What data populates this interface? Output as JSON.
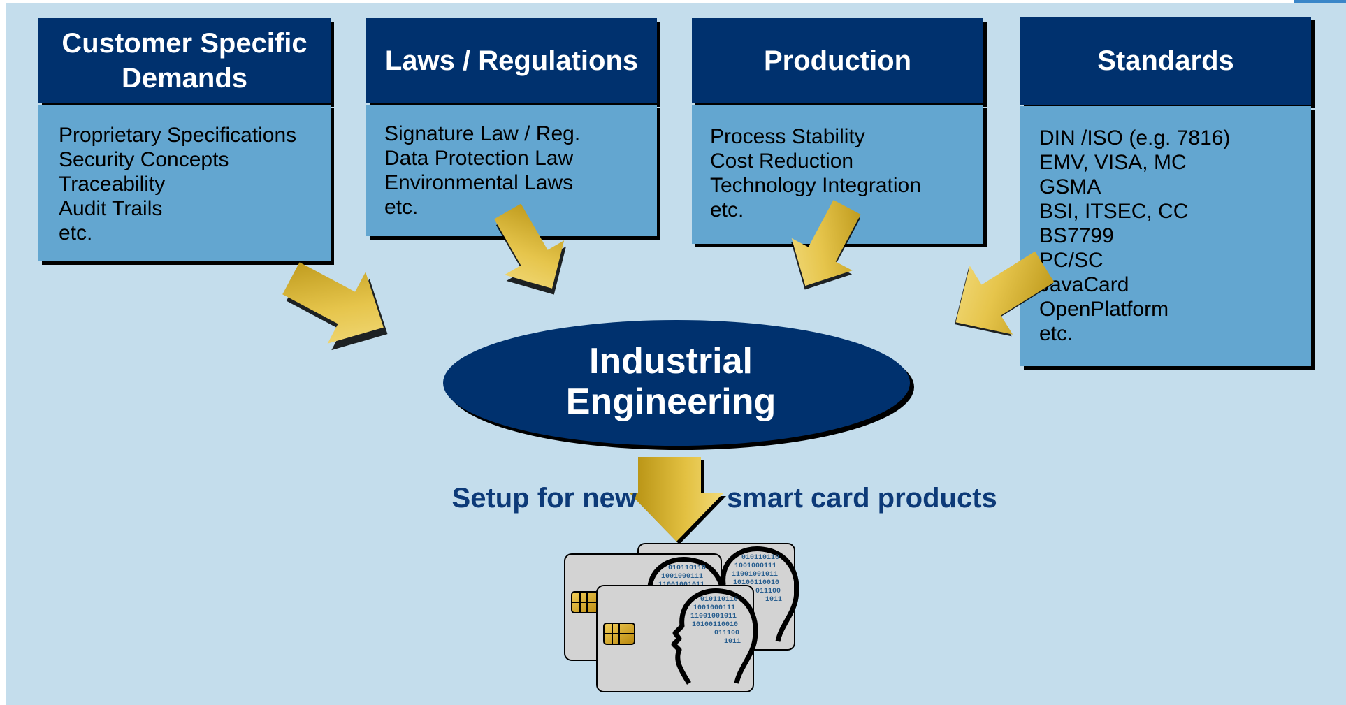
{
  "boxes": [
    {
      "id": "customer",
      "title": "Customer Specific Demands",
      "items": [
        "Proprietary Specifications",
        "Security Concepts",
        "Traceability",
        "Audit Trails",
        "etc."
      ]
    },
    {
      "id": "laws",
      "title": "Laws / Regulations",
      "items": [
        "Signature Law / Reg.",
        "Data Protection Law",
        "Environmental Laws",
        "etc."
      ]
    },
    {
      "id": "production",
      "title": "Production",
      "items": [
        "Process Stability",
        "Cost Reduction",
        "Technology Integration",
        "etc."
      ]
    },
    {
      "id": "standards",
      "title": "Standards",
      "items": [
        "DIN /ISO (e.g. 7816)",
        "EMV, VISA, MC",
        "GSMA",
        "BSI, ITSEC, CC",
        "BS7799",
        "PC/SC",
        "JavaCard",
        "OpenPlatform",
        "etc."
      ]
    }
  ],
  "center": {
    "title_line1": "Industrial",
    "title_line2": "Engineering"
  },
  "caption": {
    "left": "Setup for new",
    "right": "smart card products"
  },
  "card_binary_text": [
    "010110110",
    "1001000111",
    "11001001011",
    "10100110010",
    "011100",
    "1011"
  ],
  "colors": {
    "header": "#00316e",
    "body": "#63a6d0",
    "background": "#c4ddec",
    "caption": "#0d3a78",
    "arrow": "#c9a424"
  },
  "icons": [
    "gold-arrow-icon",
    "smart-card-icon",
    "chip-icon",
    "head-profile-icon"
  ]
}
